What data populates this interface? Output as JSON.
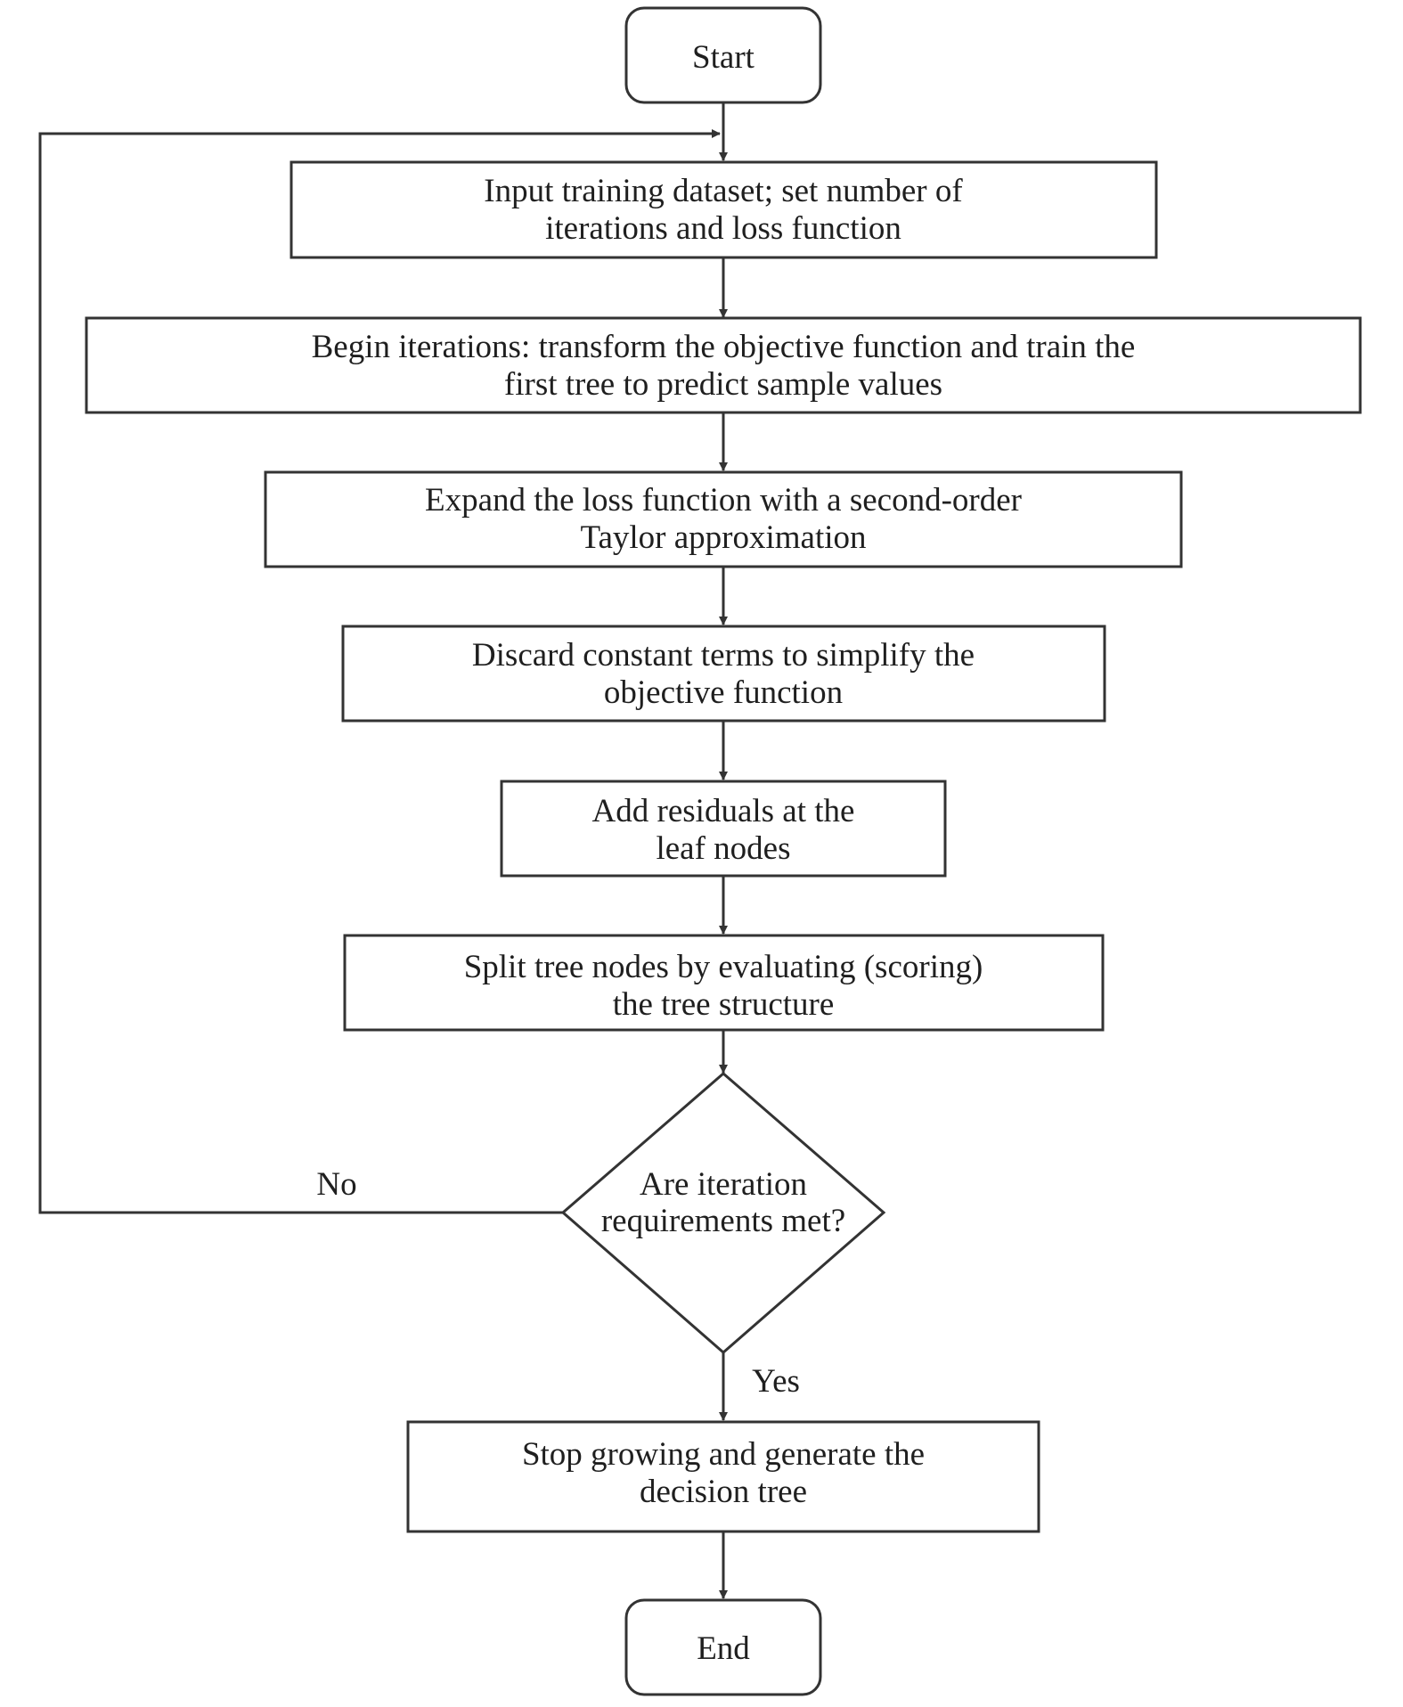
{
  "start": "Start",
  "steps": [
    [
      "Input training dataset; set number of",
      "iterations and loss function"
    ],
    [
      "Begin iterations: transform the objective function and train the",
      "first tree to predict sample values"
    ],
    [
      "Expand the loss function with a second-order",
      "Taylor approximation"
    ],
    [
      "Discard constant terms to simplify the",
      "objective function"
    ],
    [
      "Add residuals at the",
      "leaf nodes"
    ],
    [
      "Split tree nodes by evaluating (scoring)",
      "the tree structure"
    ]
  ],
  "decision": [
    "Are iteration",
    "requirements met?"
  ],
  "no_label": "No",
  "yes_label": "Yes",
  "final_step": [
    "Stop growing and generate the",
    "decision tree"
  ],
  "end": "End"
}
